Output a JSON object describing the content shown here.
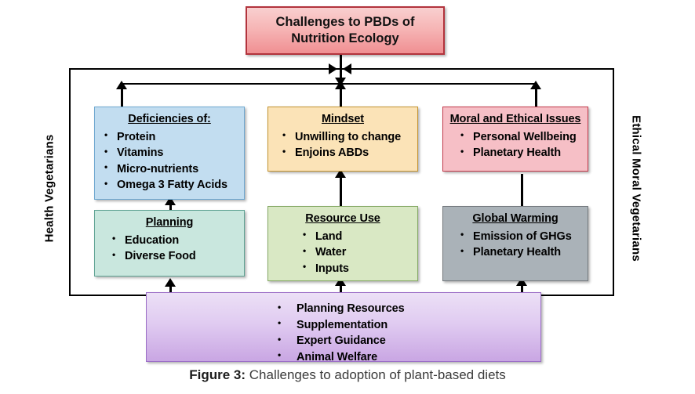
{
  "figure": {
    "caption_label": "Figure 3:",
    "caption_text": " Challenges to adoption of plant-based diets"
  },
  "top_node": {
    "title_line1": "Challenges to PBDs of",
    "title_line2": "Nutrition Ecology",
    "color": "#f08f92"
  },
  "side_labels": {
    "left": "Health Vegetarians",
    "right": "Ethical Moral Vegetarians"
  },
  "nodes": {
    "deficiencies": {
      "title": "Deficiencies of:",
      "items": [
        "Protein",
        "Vitamins",
        "Micro-nutrients",
        "Omega 3 Fatty Acids"
      ],
      "color": "#c2ddf0"
    },
    "mindset": {
      "title": "Mindset",
      "items": [
        "Unwilling to change",
        "Enjoins ABDs"
      ],
      "color": "#fbe3b7"
    },
    "moral": {
      "title": "Moral and Ethical Issues",
      "items": [
        "Personal Wellbeing",
        "Planetary Health"
      ],
      "color": "#f6bfc6"
    },
    "planning": {
      "title": "Planning",
      "items": [
        "Education",
        "Diverse Food"
      ],
      "color": "#c9e7de"
    },
    "resource": {
      "title": "Resource Use",
      "items": [
        "Land",
        "Water",
        "Inputs"
      ],
      "color": "#d9e8c4"
    },
    "warming": {
      "title": "Global Warming",
      "items": [
        "Emission of GHGs",
        "Planetary Health"
      ],
      "color": "#aab2b8"
    },
    "solutions": {
      "items": [
        "Planning Resources",
        "Supplementation",
        "Expert Guidance",
        "Animal Welfare"
      ],
      "color": "#c9a6e3"
    }
  }
}
